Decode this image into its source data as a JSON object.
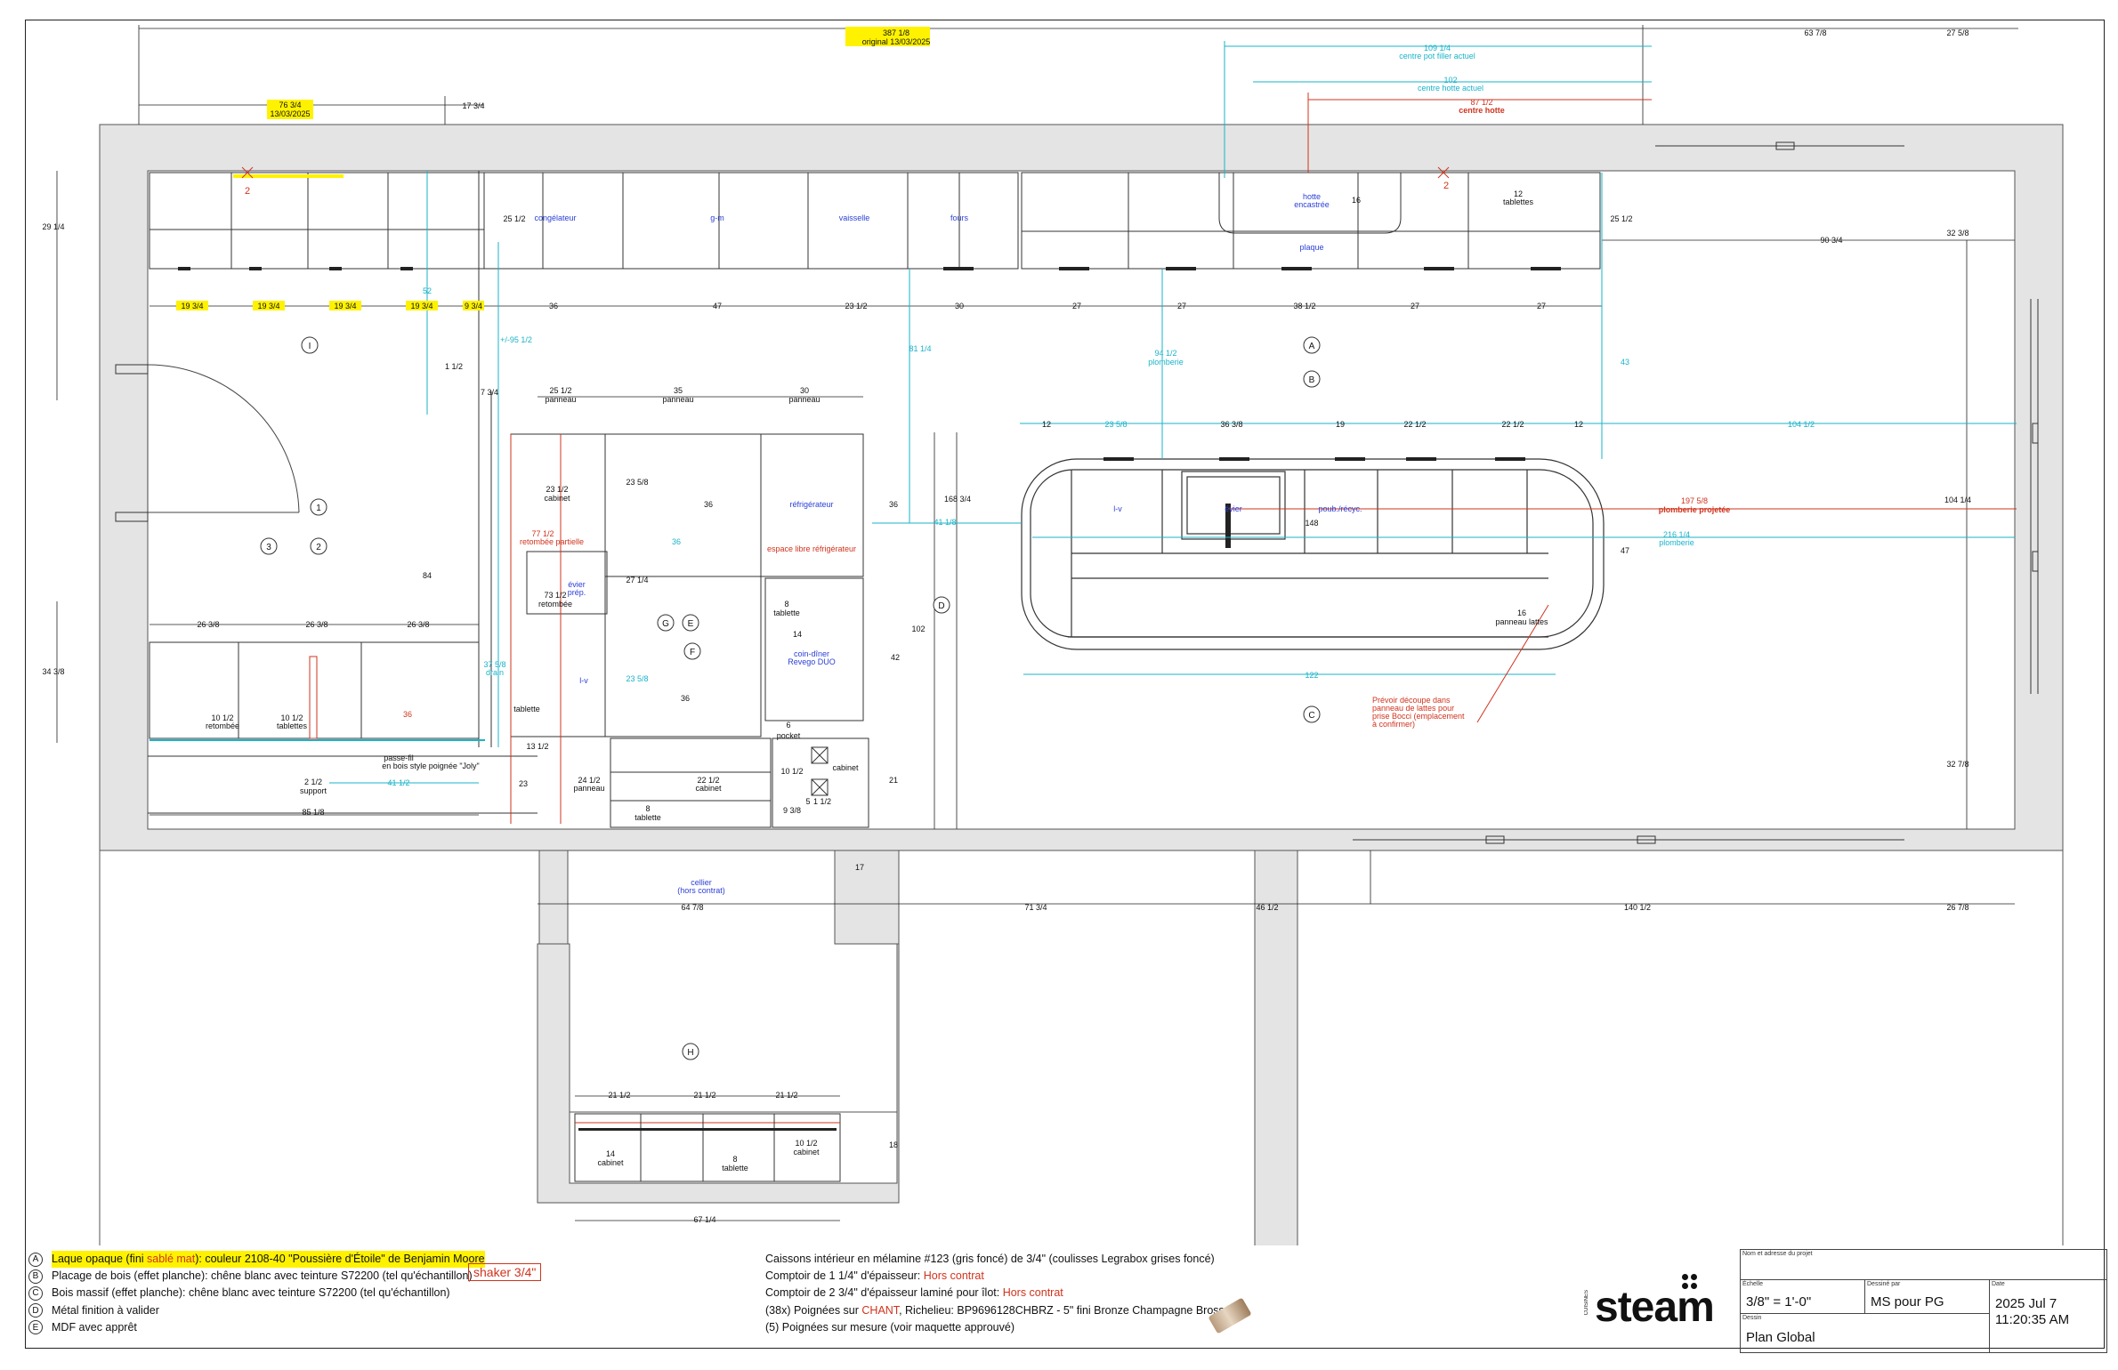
{
  "plan": {
    "top_dims": {
      "overall": "387 1/8",
      "overall_note": "original 13/03/2025",
      "right_end": "63 7/8",
      "far_right": "27 5/8",
      "left_run": "76 3/4",
      "left_run_note": "13/03/2025",
      "left_return": "17 3/4",
      "filler_center": "109 1/4",
      "filler_center_note": "centre pot filler actuel",
      "hood_center_actual_val": "102",
      "hood_center_actual_note": "centre hotte actuel",
      "hood_center_val": "87 1/2",
      "hood_center_note": "centre hotte"
    },
    "upper_wall_labels": {
      "congelateur": "congélateur",
      "gm": "g-m",
      "vaisselle": "vaisselle",
      "fours": "fours",
      "hotte": "hotte",
      "hotte2": "encastrée",
      "plaque": "plaque",
      "tablettes_num": "12",
      "tablettes": "tablettes",
      "mark2a": "2",
      "mark2b": "2",
      "d16": "16",
      "d25a": "25 1/2",
      "d25b": "25 1/2",
      "d29": "29 1/4",
      "d90": "90 3/4",
      "d32a": "32 3/8"
    },
    "wall_dims": [
      "19 3/4",
      "19 3/4",
      "19 3/4",
      "19 3/4",
      "9 3/4",
      "36",
      "47",
      "23 1/2",
      "30",
      "27",
      "27",
      "38 1/2",
      "27",
      "27"
    ],
    "markers": {
      "A": "A",
      "B": "B",
      "C": "C",
      "D": "D",
      "E": "E",
      "F": "F",
      "G": "G",
      "H": "H",
      "I": "I",
      "one": "1",
      "two": "2",
      "three": "3"
    },
    "middle_labels": {
      "d52": "52",
      "d95": "+/-95 1/2",
      "d81": "81 1/4",
      "d94": "94 1/2",
      "plomberie": "plomberie",
      "d43": "43",
      "p1": "25 1/2",
      "p1l": "panneau",
      "p2": "35",
      "p2l": "panneau",
      "p3": "30",
      "p3l": "panneau",
      "d1": "1 1/2",
      "d7": "7 3/4",
      "d23a": "23 1/2",
      "cabinet": "cabinet",
      "d77": "77 1/2",
      "retombee": "retombée partielle",
      "evier_prep": "évier",
      "prep": "prép.",
      "d73": "73 1/2",
      "retombee2": "retombée",
      "d23b": "23 5/8",
      "d36a": "36",
      "d36b": "36",
      "d36c": "36",
      "refrig": "réfrigérateur",
      "espace": "espace libre réfrigérateur",
      "d27": "27 1/4",
      "d102": "102",
      "d168": "168 3/4",
      "d41": "41 1/8",
      "d42": "42",
      "d84": "84",
      "d8": "8",
      "tablette_s": "tablette",
      "d14": "14",
      "coin": "coin-dîner",
      "rev": "Revego DUO",
      "lv_a": "l-v",
      "d23c": "23 5/8",
      "d36d": "36",
      "tablette_b": "tablette",
      "d37": "37 5/8",
      "drain": "drain",
      "d13": "13 1/2",
      "d6": "6",
      "pocket": "pocket",
      "d10a": "10 1/2",
      "cabinet_b": "cabinet",
      "d9": "9 3/8",
      "d5": "5",
      "d1b": "1 1/2",
      "d21": "21",
      "d23d": "23",
      "d24": "24 1/2",
      "panneau_b": "panneau",
      "d22": "22 1/2",
      "cabinet_c": "cabinet",
      "d8b": "8",
      "tablette_c": "tablette",
      "d26a": "26 3/8",
      "d26b": "26 3/8",
      "d26c": "26 3/8",
      "d34": "34 3/8",
      "d10b": "10 1/2",
      "retombee3": "retombée",
      "d10c": "10 1/2",
      "tablettes2": "tablettes",
      "d36e": "36",
      "passe": "passe-fil",
      "passe2": "en bois style poignée \"Joly\"",
      "d2": "2 1/2",
      "support": "support",
      "d41b": "41 1/2",
      "d85": "85 1/8"
    },
    "island": {
      "d12a": "12",
      "d23": "23 5/8",
      "d36": "36 3/8",
      "d19": "19",
      "d22a": "22 1/2",
      "d22b": "22 1/2",
      "d12b": "12",
      "d104": "104 1/2",
      "lv": "l-v",
      "evier": "évier",
      "poub": "poub./récyc.",
      "d148": "148",
      "d197": "197 5/8",
      "plomb_proj": "plomberie projetée",
      "d216": "216 1/4",
      "plomberie": "plomberie",
      "d47": "47",
      "d16": "16",
      "panneau": "panneau lattes",
      "d122": "122",
      "note1": "Prévoir découpe dans",
      "note2": "panneau de lattes pour",
      "note3": "prise Bocci (emplacement",
      "note4": "à confirmer)",
      "d104b": "104 1/4",
      "d32b": "32 7/8"
    },
    "lower": {
      "cellier": "cellier",
      "cellier2": "(hors contrat)",
      "d17": "17",
      "d64": "64 7/8",
      "d71": "71 3/4",
      "d46": "46 1/2",
      "d140": "140 1/2",
      "d26": "26 7/8",
      "h21a": "21 1/2",
      "h21b": "21 1/2",
      "h21c": "21 1/2",
      "h14": "14",
      "hcab": "cabinet",
      "h8": "8",
      "htab": "tablette",
      "h10": "10 1/2",
      "hcab2": "cabinet",
      "h18": "18",
      "h67": "67 1/4"
    }
  },
  "legend": {
    "a_letter": "A",
    "a_pre": "Laque opaque (fini ",
    "a_red": "sablé mat",
    "a_post": "): couleur 2108-40 \"Poussière d'Étoile\" de Benjamin Moore",
    "b_letter": "B",
    "b": "Placage de bois (effet planche): chêne blanc avec teinture S72200 (tel qu'échantillon)",
    "c_letter": "C",
    "c": "Bois massif (effet planche): chêne blanc avec teinture S72200 (tel qu'échantillon)",
    "d_letter": "D",
    "d": "Métal finition à valider",
    "e_letter": "E",
    "e": "MDF avec apprêt",
    "shaker": "shaker 3/4\""
  },
  "notes": {
    "n1": "Caissons intérieur en mélamine #123 (gris foncé) de 3/4\" (coulisses Legrabox grises foncé)",
    "n2_pre": "Comptoir de 1 1/4\" d'épaisseur: ",
    "n2_red": "Hors contrat",
    "n3_pre": "Comptoir de 2 3/4\" d'épaisseur laminé pour îlot: ",
    "n3_red": "Hors contrat",
    "n4_pre": "(38x) Poignées sur ",
    "n4_red": "CHANT",
    "n4_post": ", Richelieu: BP9696128CHBRZ - 5\" fini Bronze Champagne Brossé",
    "n5": "(5) Poignées sur mesure (voir maquette approuvé)"
  },
  "logo": {
    "word": "steam",
    "small": "CUISINES"
  },
  "title_block": {
    "nom_cap": "Nom et adresse du projet",
    "echelle_cap": "Échelle",
    "echelle": "3/8\" = 1'-0\"",
    "dessine_cap": "Dessiné par",
    "dessine": "MS pour PG",
    "date_cap": "Date",
    "date1": "2025 Jul 7",
    "date2": "11:20:35 AM",
    "dessin_cap": "Dessin",
    "dessin": "Plan Global"
  }
}
